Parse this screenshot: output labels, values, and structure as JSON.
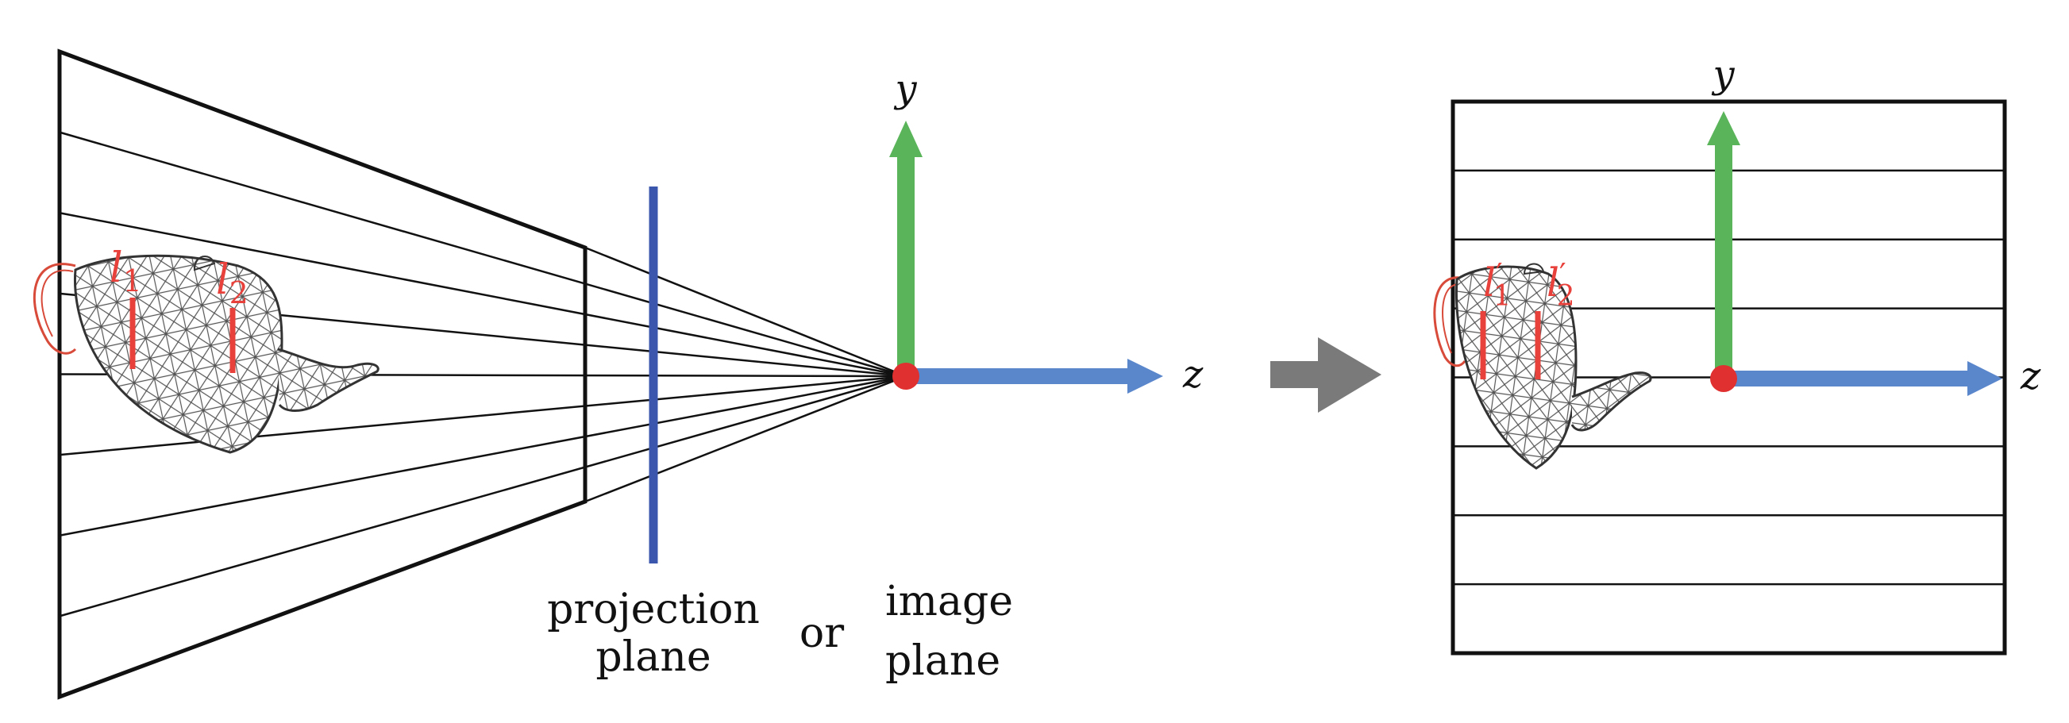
{
  "left_panel": {
    "label_l1": {
      "main": "l",
      "sub": "1"
    },
    "label_l2": {
      "main": "l",
      "sub": "2"
    },
    "axis_y": "y",
    "axis_z": "z",
    "projection_plane": [
      "projection",
      "plane"
    ],
    "connector_or": "or",
    "image_plane": [
      "image",
      "plane"
    ]
  },
  "right_panel": {
    "label_l1": {
      "main": "l",
      "prime": "′",
      "sub": "1"
    },
    "label_l2": {
      "main": "l",
      "prime": "′",
      "sub": "2"
    },
    "axis_y": "y",
    "axis_z": "z"
  },
  "colors": {
    "frustum": "#111111",
    "projection_plane": "#3a57ad",
    "y_axis": "#5ab45a",
    "z_axis": "#5a86cc",
    "origin": "#e03030",
    "marker": "#e8403a",
    "arrow": "#7a7a7a",
    "mesh": "#333333",
    "handle": "#d84a3a"
  }
}
